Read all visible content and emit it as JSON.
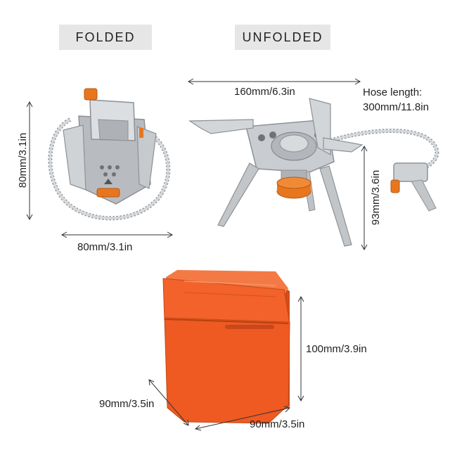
{
  "labels": {
    "folded": "FOLDED",
    "unfolded": "UNFOLDED"
  },
  "dimensions": {
    "folded_height": "80mm/3.1in",
    "folded_width": "80mm/3.1in",
    "unfolded_width": "160mm/6.3in",
    "unfolded_height": "93mm/3.6in",
    "hose_label": "Hose length:",
    "hose_length": "300mm/11.8in",
    "case_height": "100mm/3.9in",
    "case_depth": "90mm/3.5in",
    "case_width": "90mm/3.5in"
  },
  "colors": {
    "case_orange": "#f2622a",
    "steel": "#c9ccd0",
    "knob_orange": "#e8761f"
  }
}
